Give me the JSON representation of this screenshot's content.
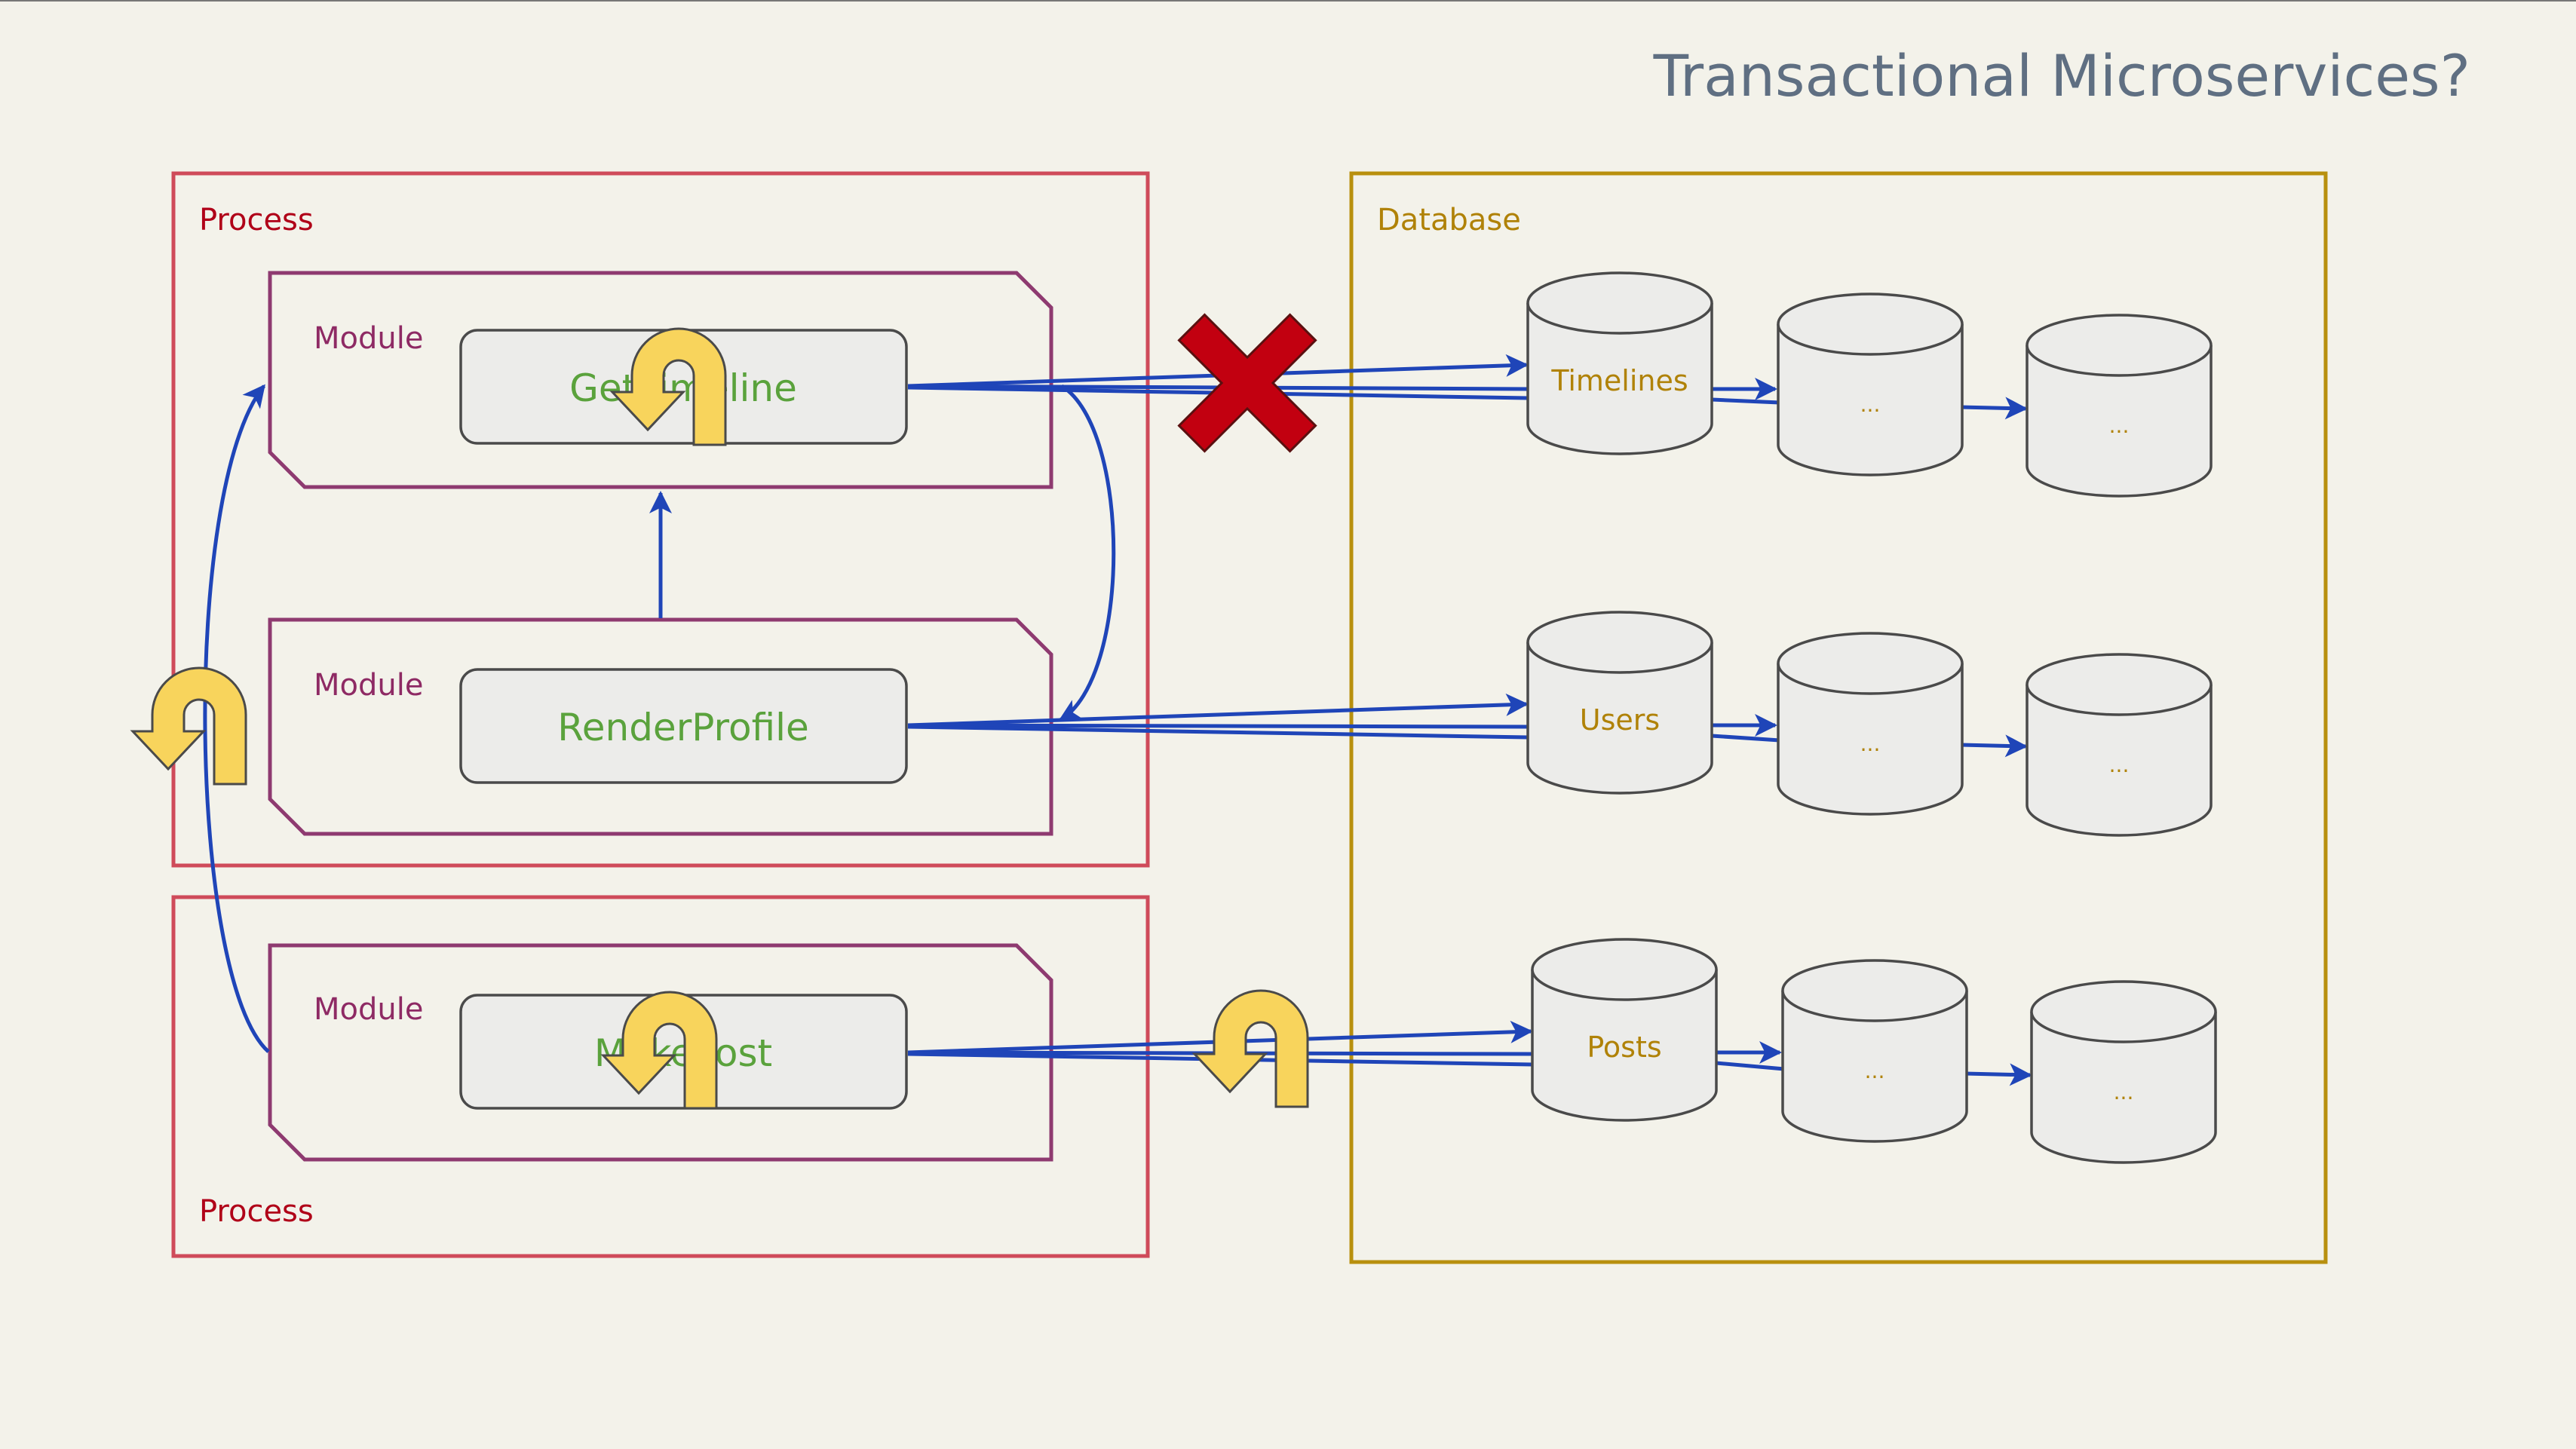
{
  "slide": {
    "title": "Transactional Microservices?"
  },
  "colors": {
    "background": "#f3f2ea",
    "title_text": "#5f6f82",
    "process_border": "#cf4b5a",
    "process_label": "#b00018",
    "module_border": "#8e3a70",
    "module_label": "#8e2a64",
    "function_text": "#5aa23c",
    "database_border": "#b8900e",
    "database_label": "#b08208",
    "arrow": "#1f45b8",
    "undo_fill": "#f8d45c",
    "cross": "#c20010"
  },
  "processes": [
    {
      "label": "Process"
    },
    {
      "label": "Process"
    }
  ],
  "database": {
    "label": "Database"
  },
  "modules": [
    {
      "label": "Module",
      "function": "GetTimeline"
    },
    {
      "label": "Module",
      "function": "RenderProfile"
    },
    {
      "label": "Module",
      "function": "MakePost"
    }
  ],
  "tables": [
    {
      "name": "Timelines",
      "replicas": [
        "...",
        "..."
      ]
    },
    {
      "name": "Users",
      "replicas": [
        "...",
        "..."
      ]
    },
    {
      "name": "Posts",
      "replicas": [
        "...",
        "..."
      ]
    }
  ],
  "icons": {
    "undo": "u-turn-undo-icon",
    "cross": "red-x-failure-icon"
  }
}
